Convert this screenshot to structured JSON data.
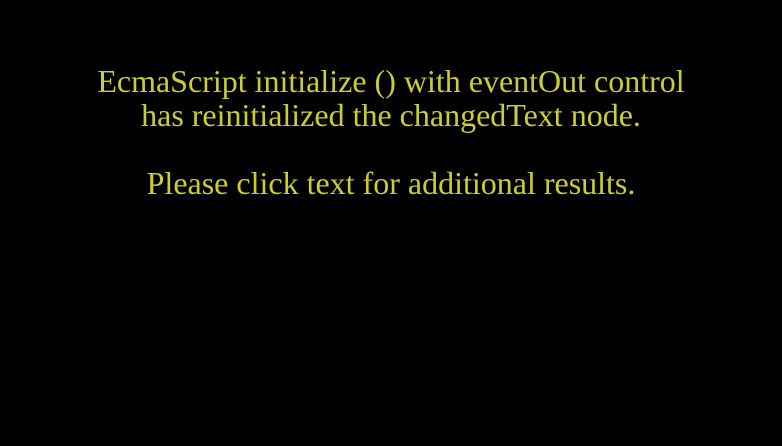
{
  "text_color": "#cccc33",
  "background_color": "#000000",
  "text_lines": [
    "EcmaScript initialize () with eventOut control",
    "has reinitialized the changedText node.",
    "",
    "Please click text for additional results."
  ]
}
